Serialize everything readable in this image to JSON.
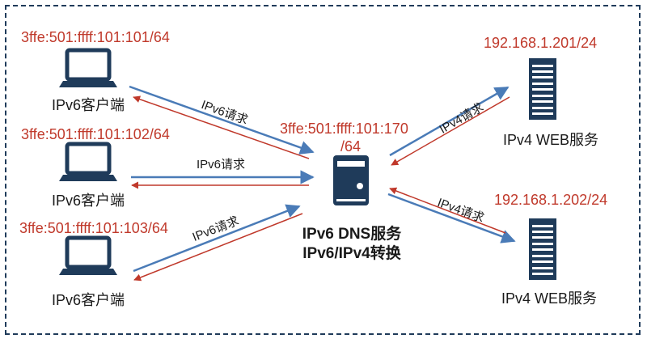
{
  "clients": [
    {
      "address": "3ffe:501:ffff:101:101/64",
      "label": "IPv6客户端"
    },
    {
      "address": "3ffe:501:ffff:101:102/64",
      "label": "IPv6客户端"
    },
    {
      "address": "3ffe:501:ffff:101:103/64",
      "label": "IPv6客户端"
    }
  ],
  "dns_server": {
    "address_line1": "3ffe:501:ffff:101:170",
    "address_line2": "/64",
    "title_line1": "IPv6 DNS服务",
    "title_line2": "IPv6/IPv4转换"
  },
  "web_servers": [
    {
      "address": "192.168.1.201/24",
      "label": "IPv4 WEB服务"
    },
    {
      "address": "192.168.1.202/24",
      "label": "IPv4 WEB服务"
    }
  ],
  "edges": {
    "client1_request": "IPv6请求",
    "client2_request": "IPv6请求",
    "client3_request": "IPv6请求",
    "web1_request": "IPv4请求",
    "web2_request": "IPv4请求"
  },
  "colors": {
    "request_arrow": "#4a7bb7",
    "response_arrow": "#c0392b",
    "address_text": "#c0392b",
    "icon": "#1f3b5a",
    "frame": "#1f3b5a"
  }
}
